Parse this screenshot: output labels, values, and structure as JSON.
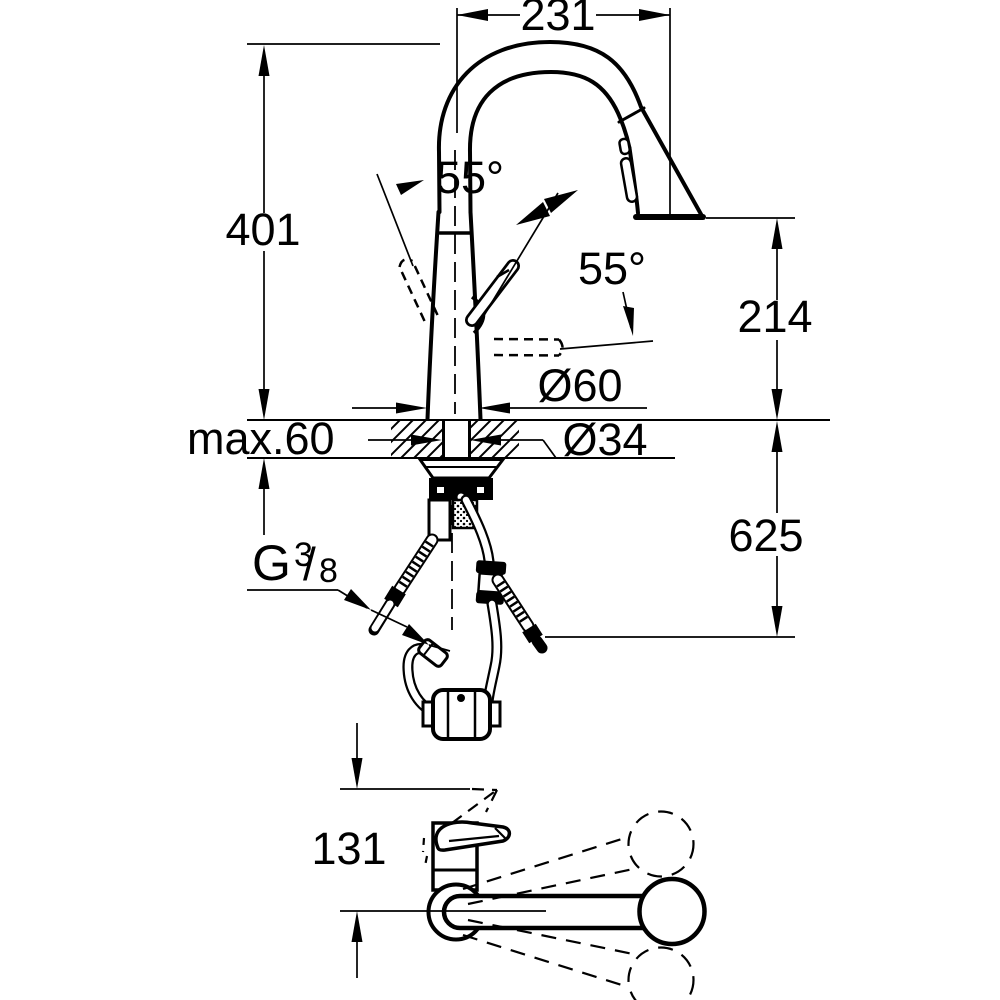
{
  "dims": {
    "spout_reach": "231",
    "spout_height": "401",
    "handle_angle_back": "55°",
    "handle_angle_front": "55°",
    "outlet_to_deck": "214",
    "base_diameter": "Ø60",
    "max_counter_thickness": "max.60",
    "hole_diameter": "Ø34",
    "below_deck_clearance": "625",
    "top_view_depth": "131",
    "thread_prefix": "G",
    "thread_numerator": "3",
    "thread_slash": "/",
    "thread_denominator": "8"
  }
}
